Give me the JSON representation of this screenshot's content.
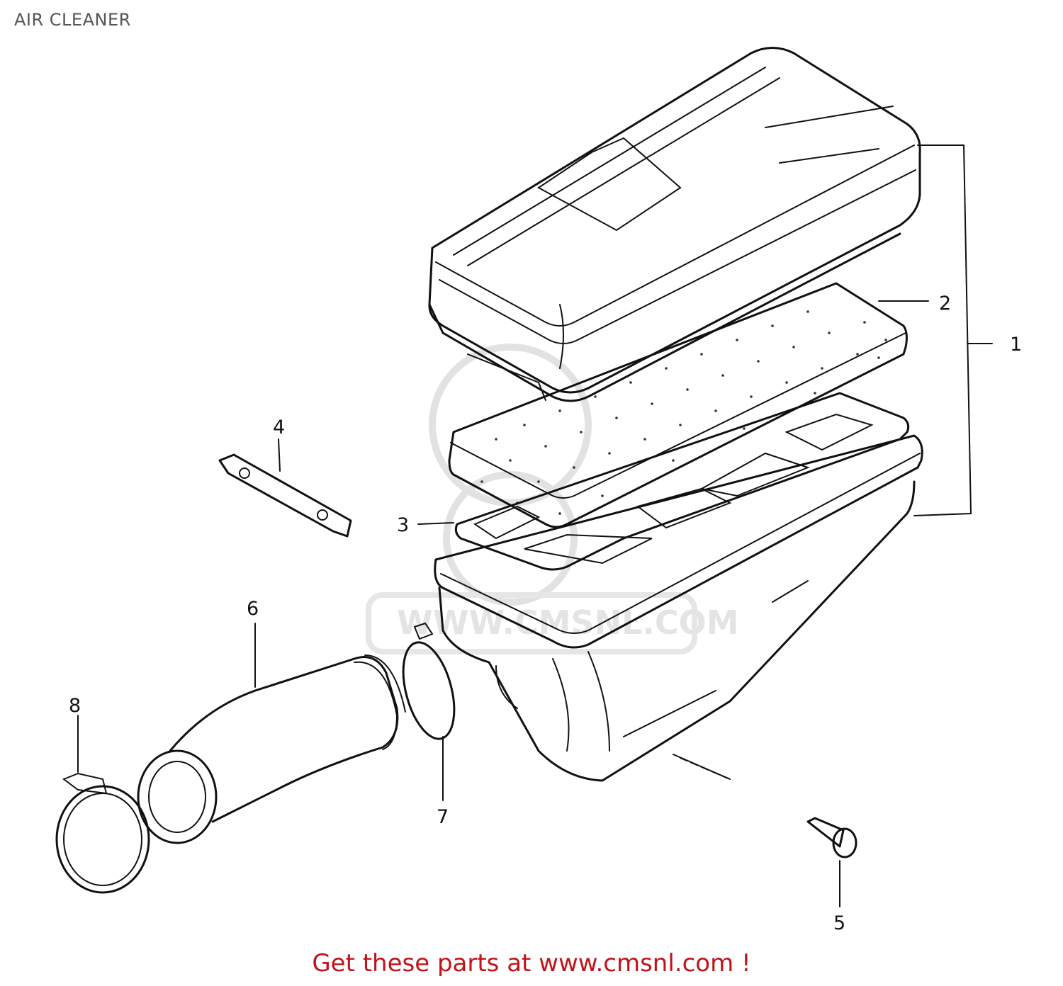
{
  "title": "AIR CLEANER",
  "callouts": {
    "c1": "1",
    "c2": "2",
    "c3": "3",
    "c4": "4",
    "c5": "5",
    "c6": "6",
    "c7": "7",
    "c8": "8"
  },
  "footer": "Get these parts at www.cmsnl.com !",
  "colors": {
    "footer": "#c0141a",
    "title": "#555555",
    "line": "#111111"
  }
}
